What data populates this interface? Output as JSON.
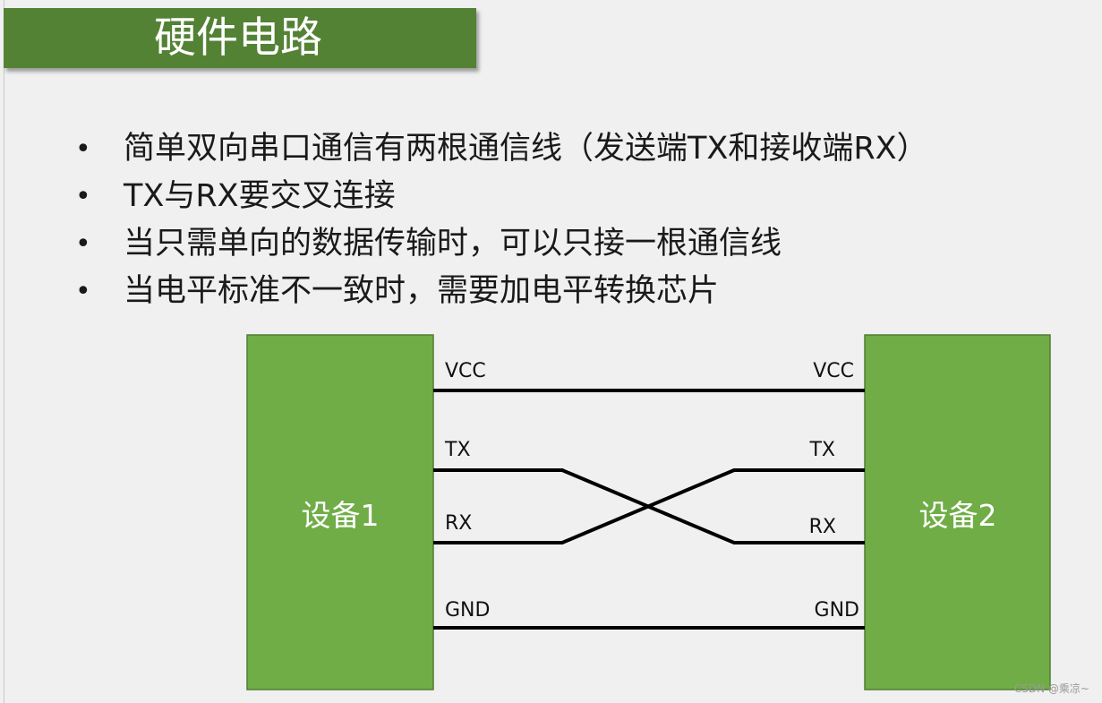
{
  "slide": {
    "title": "硬件电路",
    "bullets": [
      "简单双向串口通信有两根通信线（发送端TX和接收端RX）",
      "TX与RX要交叉连接",
      "当只需单向的数据传输时，可以只接一根通信线",
      "当电平标准不一致时，需要加电平转换芯片"
    ],
    "bullet_symbol": "•"
  },
  "diagram": {
    "device_left": {
      "label": "设备1"
    },
    "device_right": {
      "label": "设备2"
    },
    "left_pins": {
      "vcc": "VCC",
      "tx": "TX",
      "rx": "RX",
      "gnd": "GND"
    },
    "right_pins": {
      "vcc": "VCC",
      "tx": "TX",
      "rx": "RX",
      "gnd": "GND"
    },
    "colors": {
      "device_fill": "#70ad47",
      "device_border": "#507e32",
      "wire": "#000000",
      "title_banner": "#548235"
    }
  },
  "watermark": "CSDN @乘凉~"
}
